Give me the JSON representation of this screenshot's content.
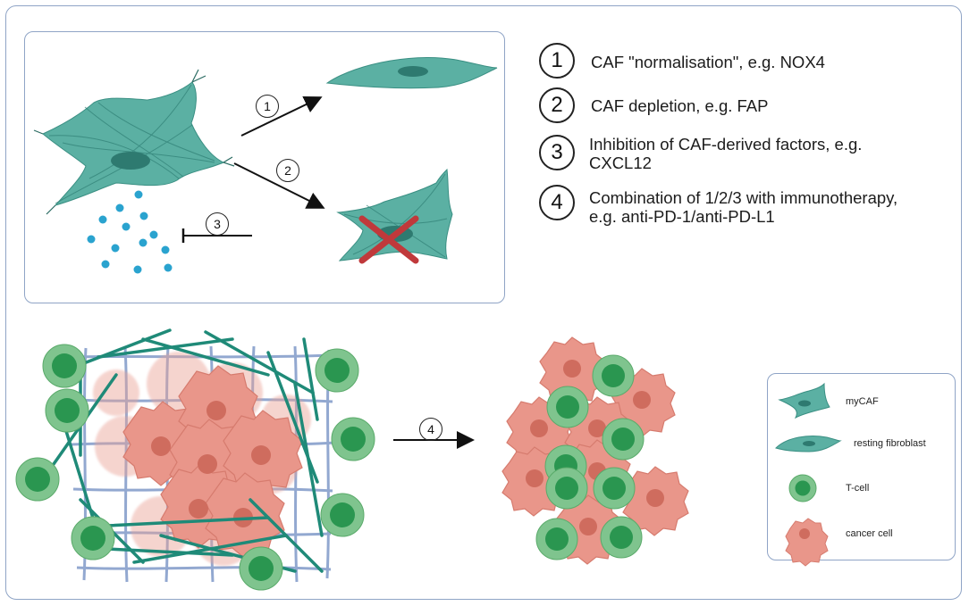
{
  "diagram": {
    "arrow_labels": {
      "one": "1",
      "two": "2",
      "three": "3",
      "four": "4"
    },
    "steps": [
      {
        "number": "1",
        "text_line1": "CAF \"normalisation\", e.g. NOX4",
        "text_line2": ""
      },
      {
        "number": "2",
        "text_line1": "CAF depletion, e.g. FAP",
        "text_line2": ""
      },
      {
        "number": "3",
        "text_line1": "Inhibition of CAF-derived factors, e.g.",
        "text_line2": "CXCL12"
      },
      {
        "number": "4",
        "text_line1": "Combination of 1/2/3 with immunotherapy,",
        "text_line2": "e.g. anti-PD-1/anti-PD-L1"
      }
    ],
    "legend": {
      "mycaf": "myCAF",
      "resting": "resting fibroblast",
      "tcell": "T-cell",
      "cancer": "cancer cell"
    },
    "colors": {
      "fibroblast": "#4fa89d",
      "fibroblast_dark": "#2c6f66",
      "nucleus": "#2f7f75",
      "tcell_outer": "#7fc48e",
      "tcell_inner": "#2a9650",
      "cancer": "#e9968a",
      "cancer_nucleus": "#cf6c5e",
      "factor_dot": "#2aa3cf",
      "red_x": "#c0393b",
      "mesh_blue": "#8099c8",
      "collagen": "#1f8a78",
      "border": "#8fa4c6"
    }
  }
}
